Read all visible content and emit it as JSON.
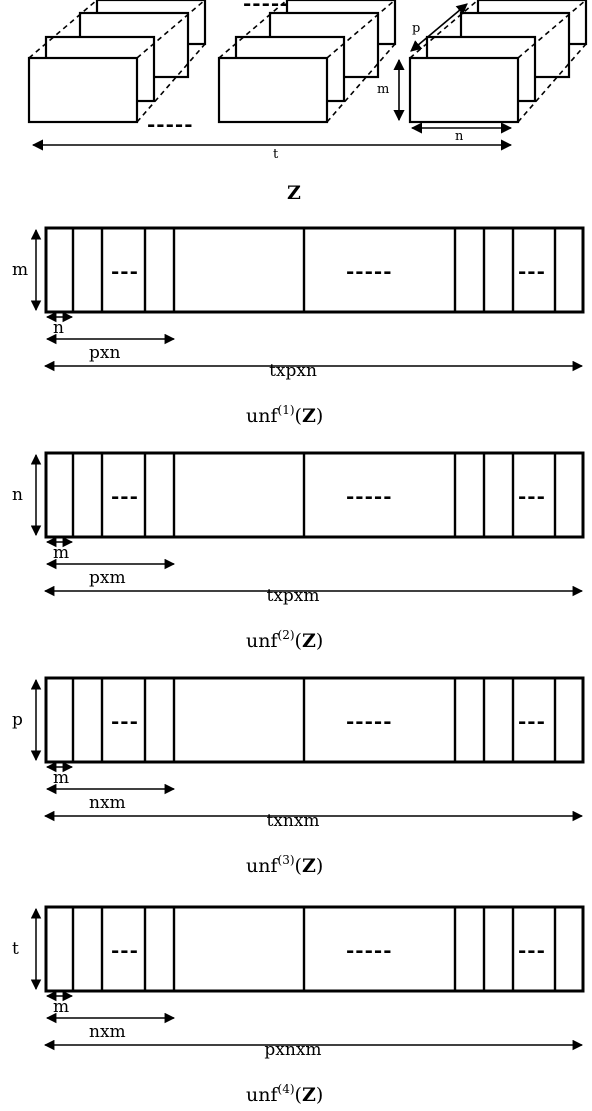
{
  "tensor": {
    "dim_labels": {
      "p": "p",
      "m": "m",
      "n": "n",
      "t": "t"
    },
    "dots": "-----",
    "caption": "Z"
  },
  "unfoldings": [
    {
      "caption_prefix": "unf",
      "mode": "(1)",
      "caption_arg": "Z",
      "row_label": "m",
      "slice_label": "n",
      "block_label": "pxn",
      "total_label": "txpxn",
      "block_dots": "---",
      "middle_dots": "-----"
    },
    {
      "caption_prefix": "unf",
      "mode": "(2)",
      "caption_arg": "Z",
      "row_label": "n",
      "slice_label": "m",
      "block_label": "pxm",
      "total_label": "txpxm",
      "block_dots": "---",
      "middle_dots": "-----"
    },
    {
      "caption_prefix": "unf",
      "mode": "(3)",
      "caption_arg": "Z",
      "row_label": "p",
      "slice_label": "m",
      "block_label": "nxm",
      "total_label": "txnxm",
      "block_dots": "---",
      "middle_dots": "-----"
    },
    {
      "caption_prefix": "unf",
      "mode": "(4)",
      "caption_arg": "Z",
      "row_label": "t",
      "slice_label": "m",
      "block_label": "nxm",
      "total_label": "pxnxm",
      "block_dots": "---",
      "middle_dots": "-----"
    }
  ]
}
